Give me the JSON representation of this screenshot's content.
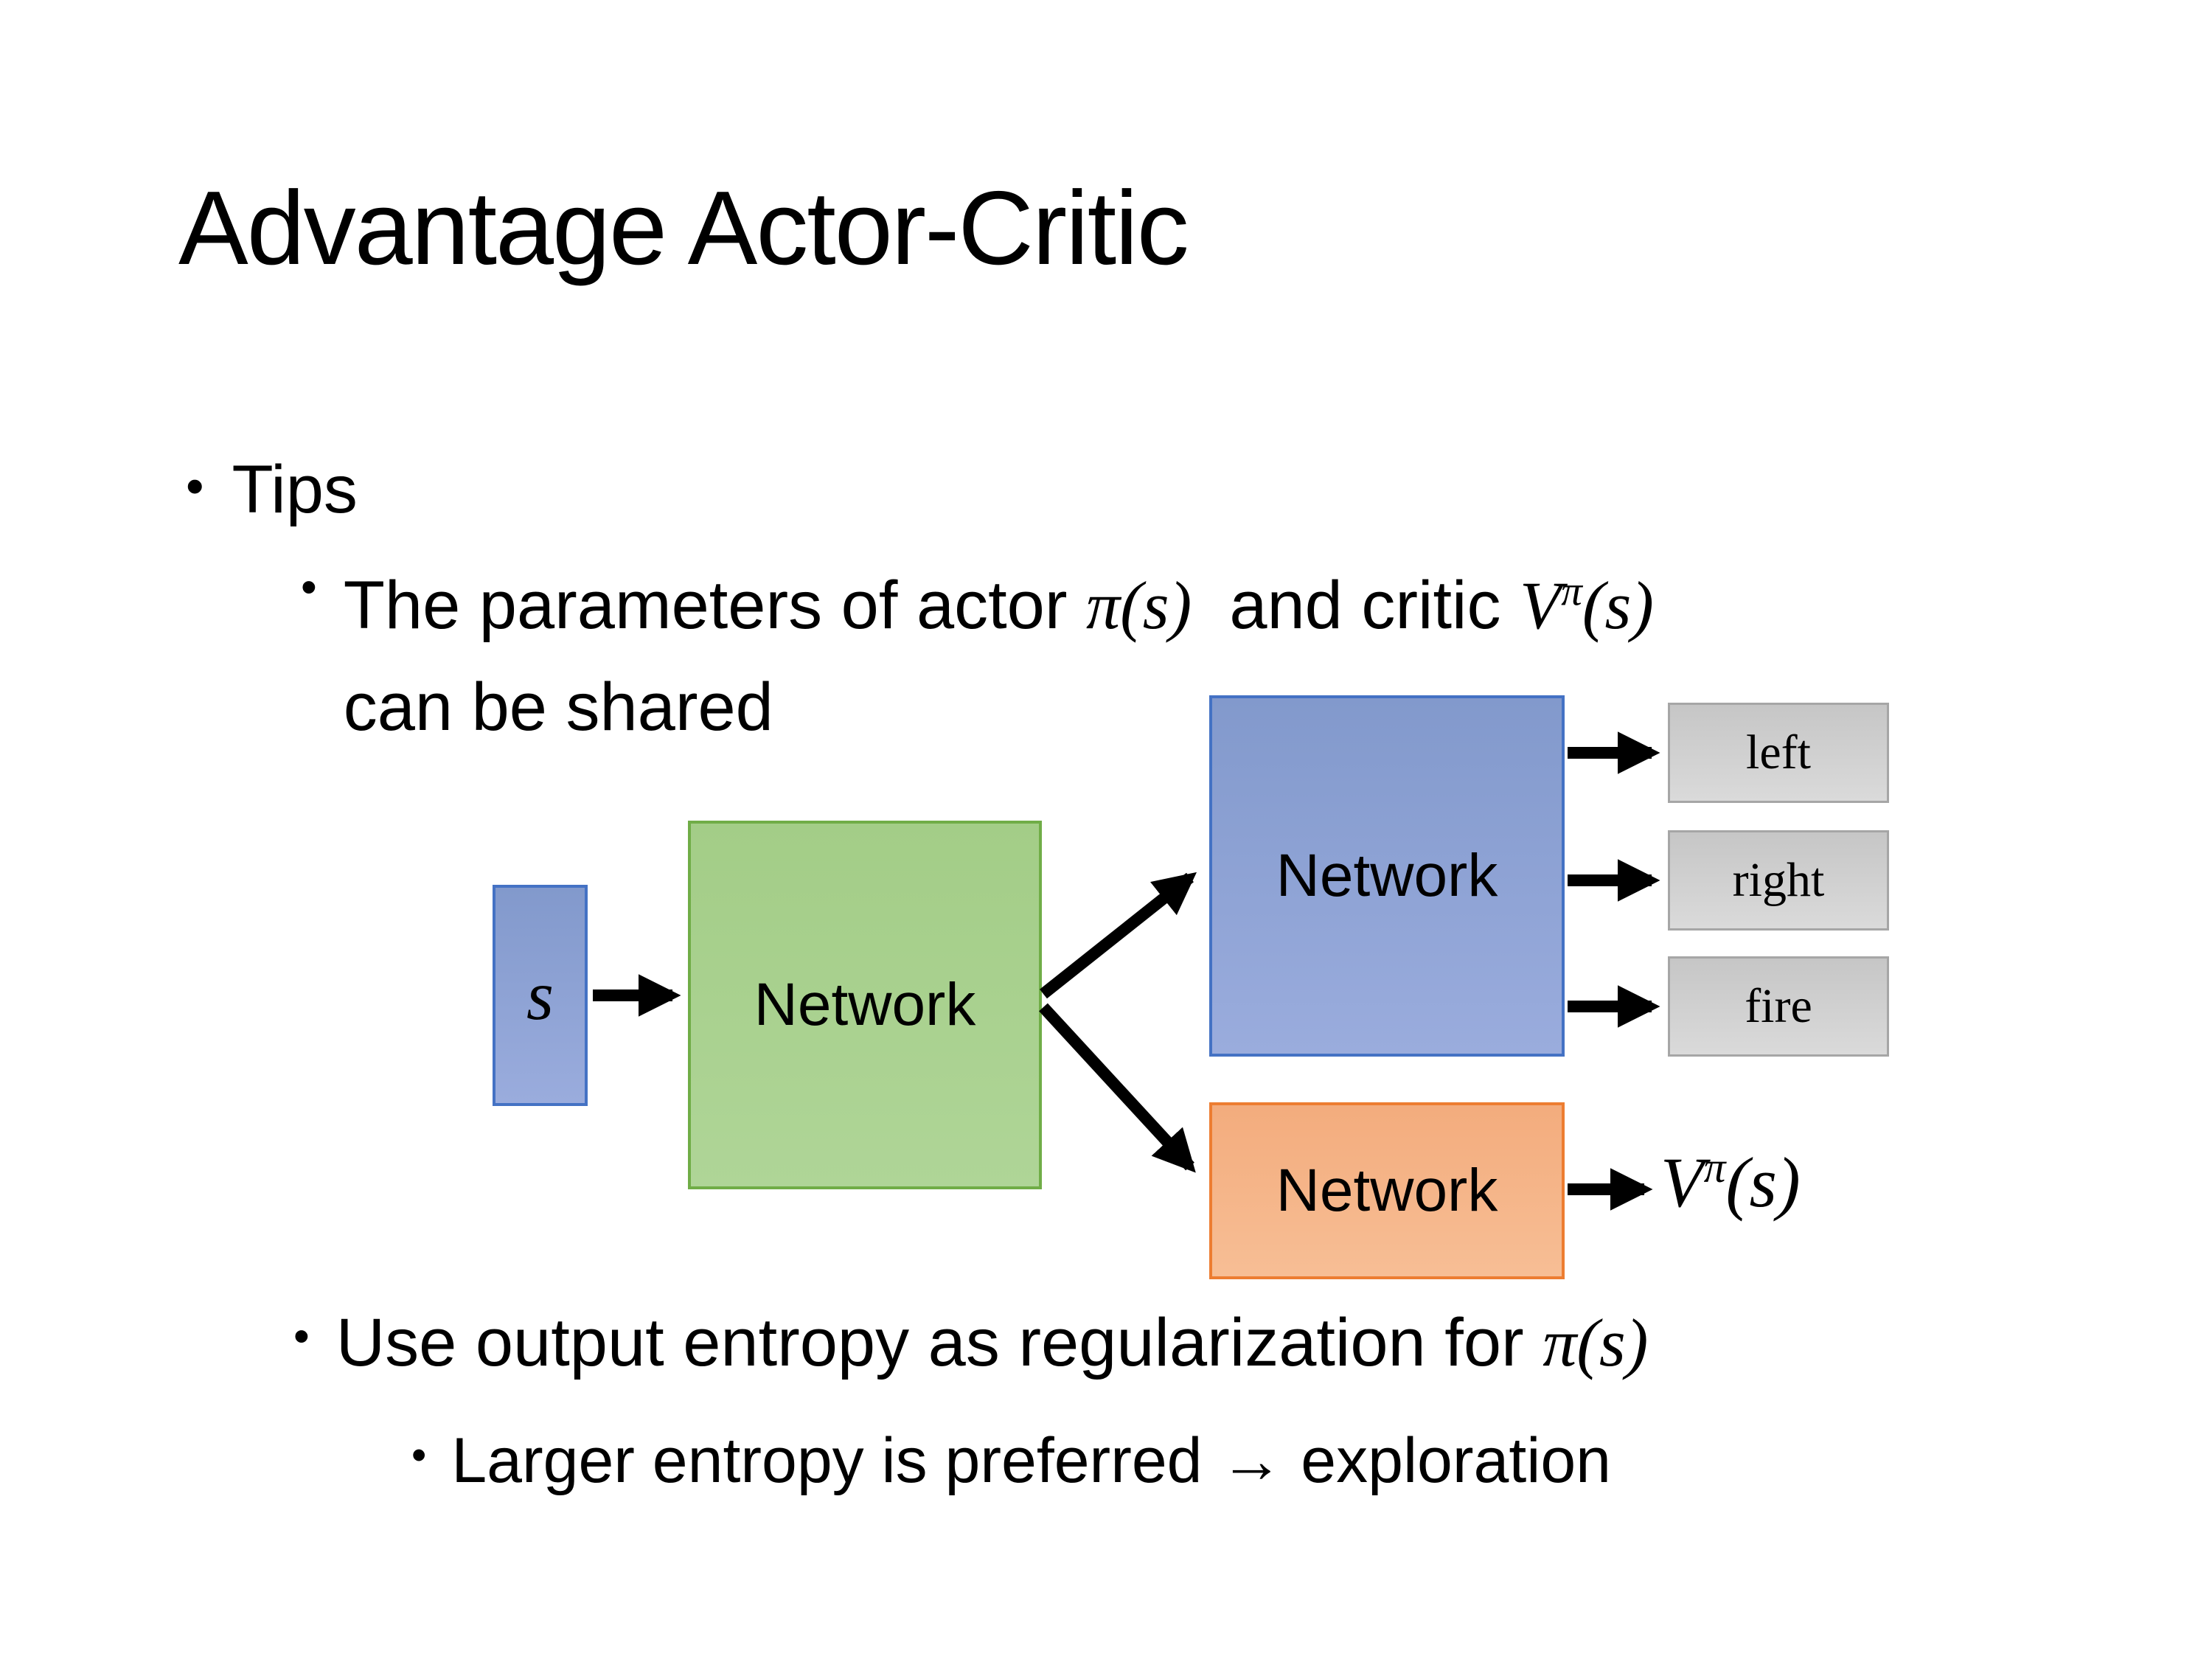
{
  "slide": {
    "title": "Advantage Actor-Critic",
    "bullet_glyph": "•",
    "bullets": {
      "tips": "Tips",
      "params": {
        "pre": "The parameters of actor ",
        "math1": "π(s)",
        "mid": "  and critic ",
        "V": "V",
        "Vsup": "π",
        "Vrest": "(s)",
        "line2": "can be shared"
      },
      "entropy": {
        "pre": "Use output entropy as regularization for ",
        "math1": "π(s)"
      },
      "larger": "Larger entropy is preferred → exploration"
    },
    "diagram": {
      "input_label": "s",
      "shared_label": "Network",
      "actor_label": "Network",
      "critic_label": "Network",
      "actions": [
        "left",
        "right",
        "fire"
      ],
      "value_output": {
        "V": "V",
        "sup": "π",
        "rest": "(s)"
      },
      "colors": {
        "blue_fill": "#8FA3D6",
        "blue_border": "#4472C4",
        "green_fill": "#A9D18E",
        "green_border": "#70AD47",
        "orange_fill": "#F4B183",
        "orange_border": "#ED7D31",
        "gray_fill": "#D2D2D2",
        "gray_border": "#A6A6A6",
        "arrow": "#000000"
      }
    }
  }
}
